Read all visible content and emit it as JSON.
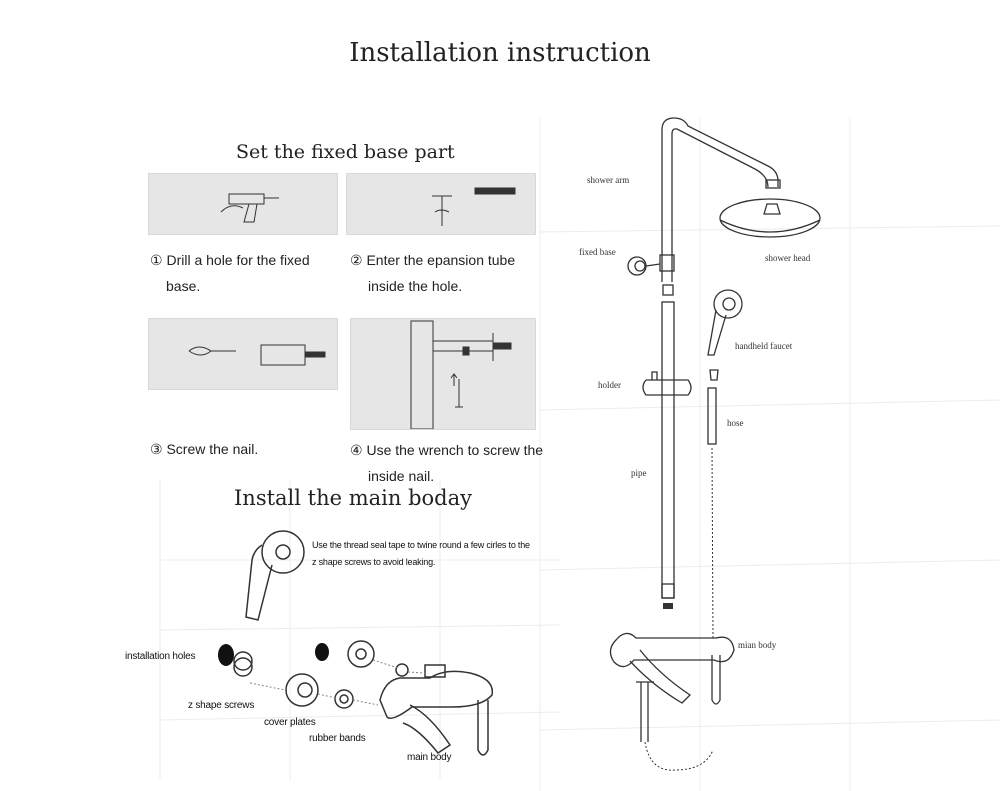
{
  "title": "Installation instruction",
  "fixed_base": {
    "heading": "Set the fixed base part",
    "steps": [
      {
        "num": "①",
        "line1": "Drill a hole for the fixed",
        "line2": "base."
      },
      {
        "num": "②",
        "line1": "Enter the epansion tube",
        "line2": "inside the hole."
      },
      {
        "num": "③",
        "line1": "Screw the nail.",
        "line2": ""
      },
      {
        "num": "④",
        "line1": "Use the wrench to screw the",
        "line2": "inside nail."
      }
    ]
  },
  "main_body": {
    "heading": "Install the main boday",
    "note_line1": "Use the thread seal tape to twine round a few cirles  to the",
    "note_line2": "z shape screws to avoid leaking.",
    "labels": {
      "installation_holes": "installation holes",
      "z_shape_screws": "z shape screws",
      "cover_plates": "cover plates",
      "rubber_bands": "rubber bands",
      "main_body": "main body"
    }
  },
  "shower_diagram": {
    "shower_arm": "shower arm",
    "fixed_base": "fixed base",
    "shower_head": "shower head",
    "handheld_faucet": "handheld faucet",
    "holder": "holder",
    "hose": "hose",
    "pipe": "pipe",
    "mian_body": "mian body"
  }
}
